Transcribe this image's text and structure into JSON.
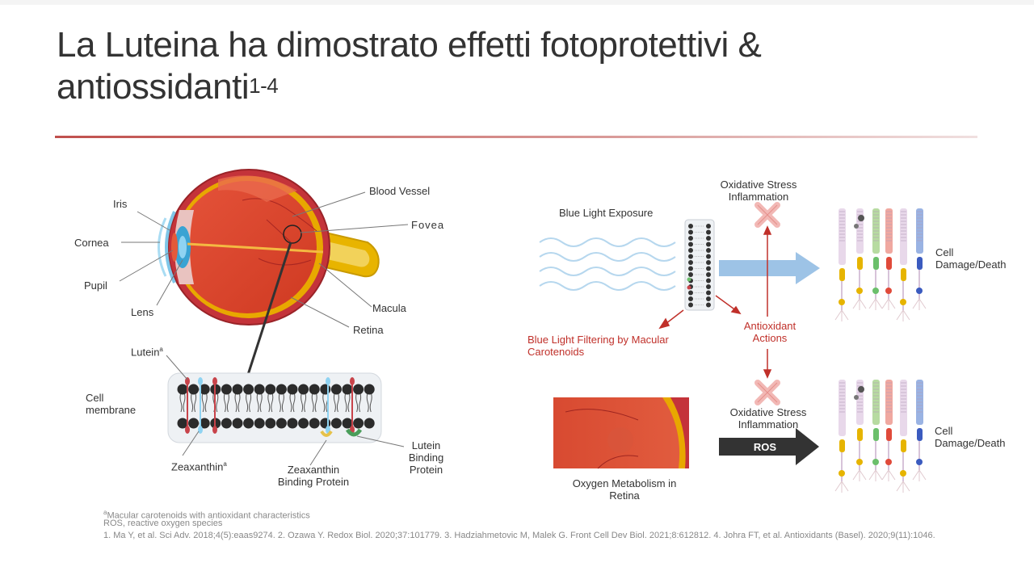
{
  "title": {
    "main": "La Luteina ha dimostrato effetti fotoprotettivi & antiossidanti",
    "superscript": "1-4"
  },
  "eye": {
    "iris": "Iris",
    "cornea": "Cornea",
    "pupil": "Pupil",
    "lens": "Lens",
    "blood_vessel": "Blood Vessel",
    "fovea": "Fovea",
    "macula": "Macula",
    "retina": "Retina"
  },
  "membrane": {
    "lutein": "Lutein",
    "lutein_sup": "a",
    "cell_membrane": "Cell membrane",
    "zeaxanthin": "Zeaxanthin",
    "zeaxanthin_sup": "a",
    "zbp": "Zeaxanthin Binding Protein",
    "lbp": "Lutein Binding Protein"
  },
  "mechanism": {
    "blue_light": "Blue Light Exposure",
    "ox_stress_top": "Oxidative Stress Inflammation",
    "cell_damage_top": "Cell Damage/Death",
    "filtering": "Blue Light Filtering by Macular Carotenoids",
    "antioxidant": "Antioxidant Actions",
    "ox_stress_bottom": "Oxidative Stress Inflammation",
    "ros": "ROS",
    "cell_damage_bottom": "Cell Damage/Death",
    "oxygen": "Oxygen Metabolism in Retina"
  },
  "footnotes": {
    "a": "Macular carotenoids with antioxidant characteristics",
    "a_mark": "a",
    "ros": "ROS, reactive oxygen species",
    "refs": "1. Ma Y, et al. Sci Adv. 2018;4(5):eaas9274. 2. Ozawa Y. Redox Biol. 2020;37:101779. 3. Hadziahmetovic M, Malek G. Front Cell Dev Biol. 2021;8:612812. 4. Johra FT, et al. Antioxidants (Basel). 2020;9(11):1046."
  },
  "colors": {
    "accent": "#c0504d",
    "arrow_blue": "#9dc3e6",
    "ros_arrow": "#333333",
    "cross": "#f2b8b5"
  }
}
